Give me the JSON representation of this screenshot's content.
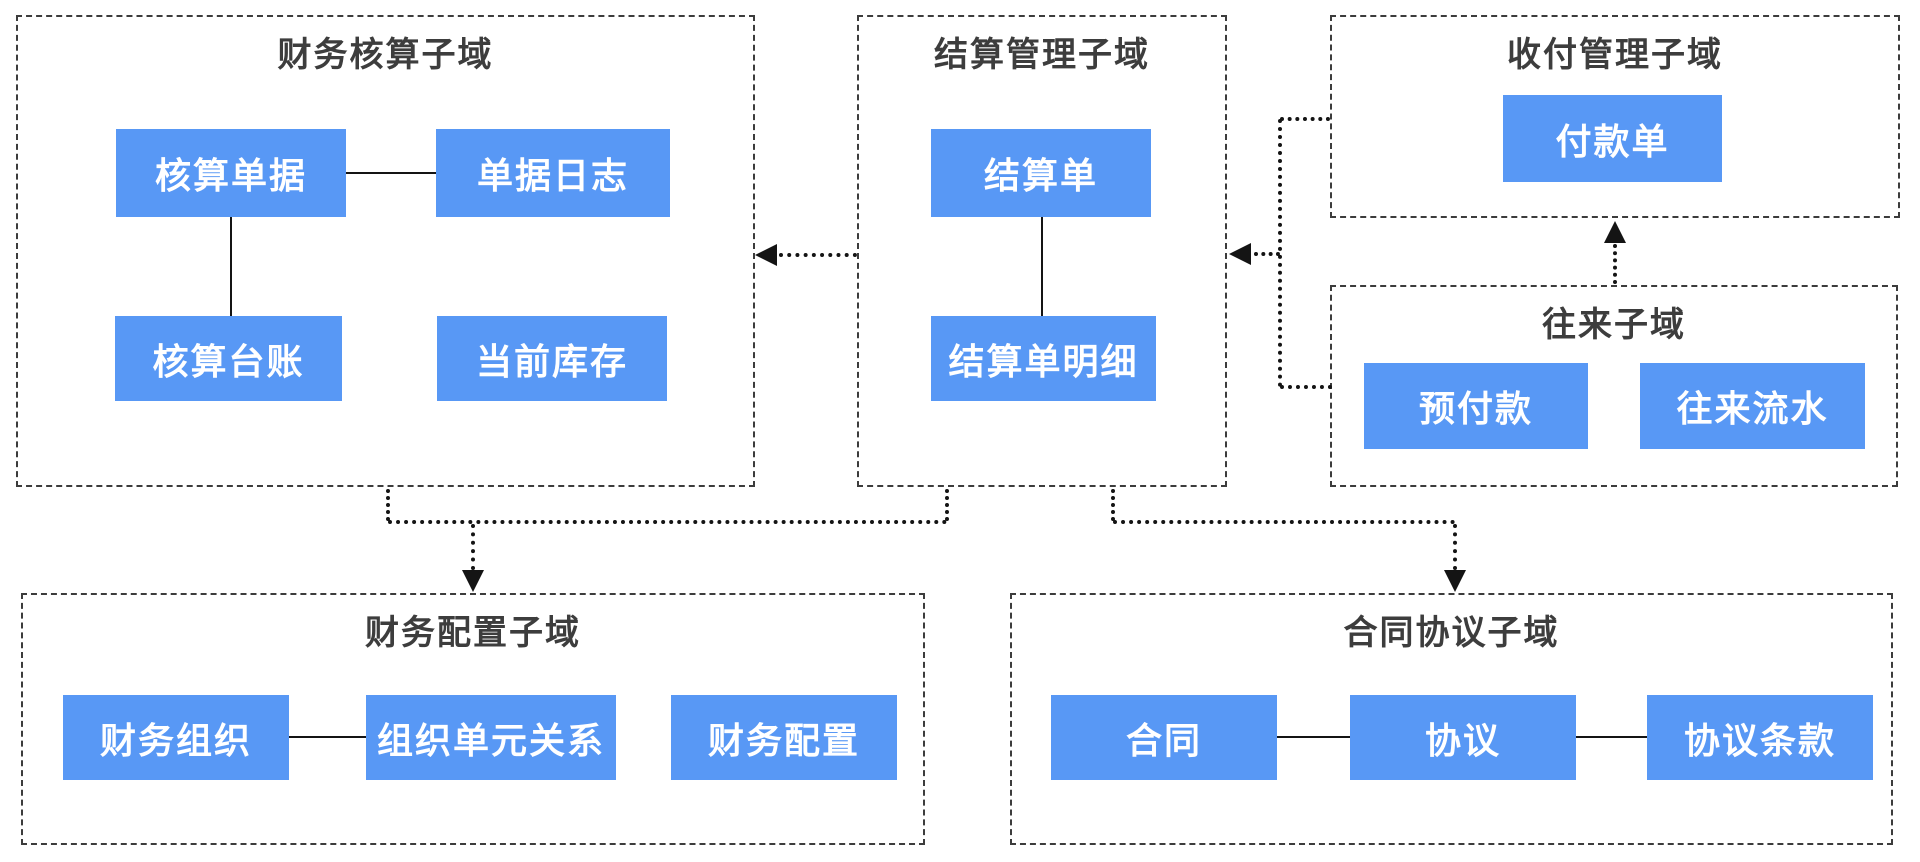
{
  "colors": {
    "entity_fill": "#5898F5",
    "entity_text": "#FFFFFF",
    "domain_border": "#3C3C3C",
    "domain_title_color": "#3D3D3D",
    "connector": "#141414",
    "relation_line": "#141414",
    "background": "#FFFFFF"
  },
  "domains": [
    {
      "id": "financial-accounting",
      "title": "财务核算子域",
      "entities": [
        "核算单据",
        "单据日志",
        "核算台账",
        "当前库存"
      ]
    },
    {
      "id": "settlement-management",
      "title": "结算管理子域",
      "entities": [
        "结算单",
        "结算单明细"
      ]
    },
    {
      "id": "receipt-payment-management",
      "title": "收付管理子域",
      "entities": [
        "付款单"
      ]
    },
    {
      "id": "transactions",
      "title": "往来子域",
      "entities": [
        "预付款",
        "往来流水"
      ]
    },
    {
      "id": "financial-configuration",
      "title": "财务配置子域",
      "entities": [
        "财务组织",
        "组织单元关系",
        "财务配置"
      ]
    },
    {
      "id": "contract-agreement",
      "title": "合同协议子域",
      "entities": [
        "合同",
        "协议",
        "协议条款"
      ]
    }
  ],
  "entity_relations": [
    {
      "from": "核算单据",
      "to": "单据日志",
      "style": "solid-line"
    },
    {
      "from": "核算单据",
      "to": "核算台账",
      "style": "solid-line"
    },
    {
      "from": "结算单",
      "to": "结算单明细",
      "style": "solid-line"
    },
    {
      "from": "财务组织",
      "to": "组织单元关系",
      "style": "solid-line"
    },
    {
      "from": "合同",
      "to": "协议",
      "style": "solid-line"
    },
    {
      "from": "协议",
      "to": "协议条款",
      "style": "solid-line"
    }
  ],
  "domain_dependencies": [
    {
      "from": "结算管理子域",
      "to": "财务核算子域",
      "style": "dotted-arrow"
    },
    {
      "from": "收付管理子域",
      "to": "结算管理子域",
      "style": "dotted-arrow"
    },
    {
      "from": "往来子域",
      "to": "结算管理子域",
      "style": "dotted-arrow"
    },
    {
      "from": "往来子域",
      "to": "收付管理子域",
      "style": "dotted-arrow"
    },
    {
      "from": "财务核算子域",
      "to": "财务配置子域",
      "style": "dotted-arrow"
    },
    {
      "from": "结算管理子域",
      "to": "财务配置子域",
      "style": "dotted-arrow"
    },
    {
      "from": "结算管理子域",
      "to": "合同协议子域",
      "style": "dotted-arrow"
    }
  ]
}
